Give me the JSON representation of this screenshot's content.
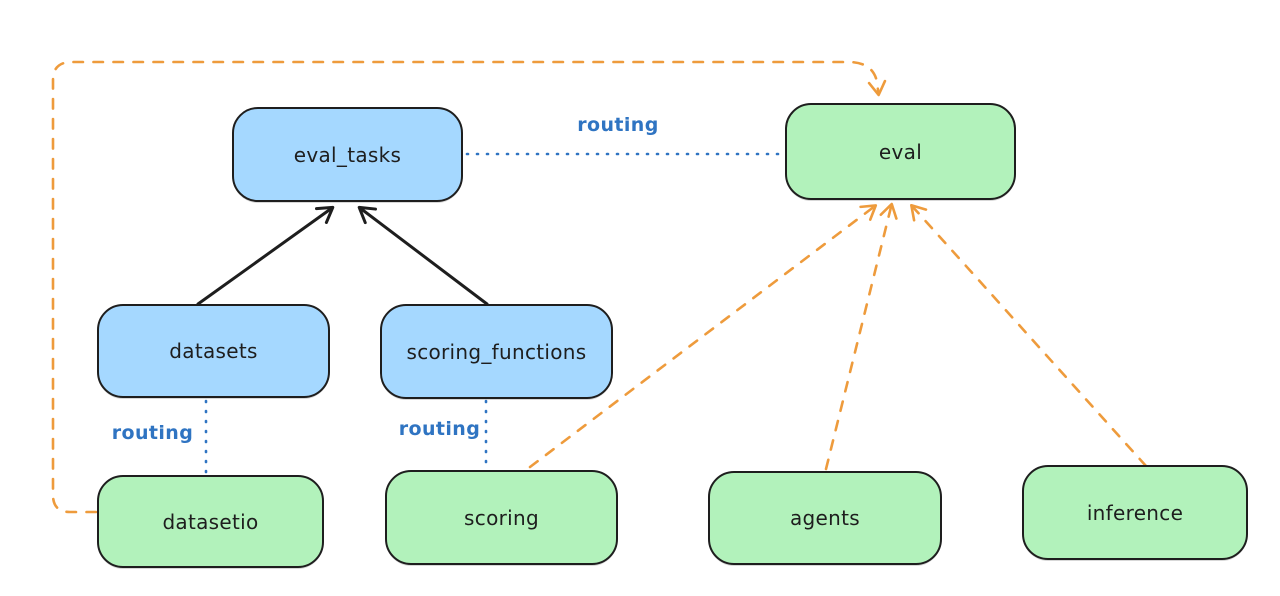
{
  "diagram_title": "",
  "colors": {
    "node_border": "#1e1e1e",
    "blue_fill": "#a5d8ff",
    "green_fill": "#b2f2bb",
    "routing_blue": "#2f74c2",
    "orange": "#ee9b3c",
    "bg": "#ffffff"
  },
  "nodes": {
    "eval_tasks": {
      "label": "eval_tasks",
      "fill": "blue"
    },
    "eval": {
      "label": "eval",
      "fill": "green"
    },
    "datasets": {
      "label": "datasets",
      "fill": "blue"
    },
    "scoring_functions": {
      "label": "scoring_functions",
      "fill": "blue"
    },
    "datasetio": {
      "label": "datasetio",
      "fill": "green"
    },
    "scoring": {
      "label": "scoring",
      "fill": "green"
    },
    "agents": {
      "label": "agents",
      "fill": "green"
    },
    "inference": {
      "label": "inference",
      "fill": "green"
    }
  },
  "edges": {
    "datasets_to_eval_tasks": {
      "from": "datasets",
      "to": "eval_tasks",
      "style": "solid",
      "color": "black",
      "arrow": true
    },
    "scoring_functions_to_eval_tasks": {
      "from": "scoring_functions",
      "to": "eval_tasks",
      "style": "solid",
      "color": "black",
      "arrow": true
    },
    "eval_tasks_to_eval": {
      "from": "eval_tasks",
      "to": "eval",
      "style": "dotted",
      "color": "blue",
      "arrow": false,
      "label": "routing"
    },
    "datasets_to_datasetio": {
      "from": "datasets",
      "to": "datasetio",
      "style": "dotted",
      "color": "blue",
      "arrow": false,
      "label": "routing"
    },
    "scoring_functions_to_scoring": {
      "from": "scoring_functions",
      "to": "scoring",
      "style": "dotted",
      "color": "blue",
      "arrow": false,
      "label": "routing"
    },
    "datasetio_to_eval": {
      "from": "datasetio",
      "to": "eval",
      "style": "dashed",
      "color": "orange",
      "arrow": true,
      "route": "around-left-and-top"
    },
    "scoring_to_eval": {
      "from": "scoring",
      "to": "eval",
      "style": "dashed",
      "color": "orange",
      "arrow": true
    },
    "agents_to_eval": {
      "from": "agents",
      "to": "eval",
      "style": "dashed",
      "color": "orange",
      "arrow": true
    },
    "inference_to_eval": {
      "from": "inference",
      "to": "eval",
      "style": "dashed",
      "color": "orange",
      "arrow": true
    }
  }
}
